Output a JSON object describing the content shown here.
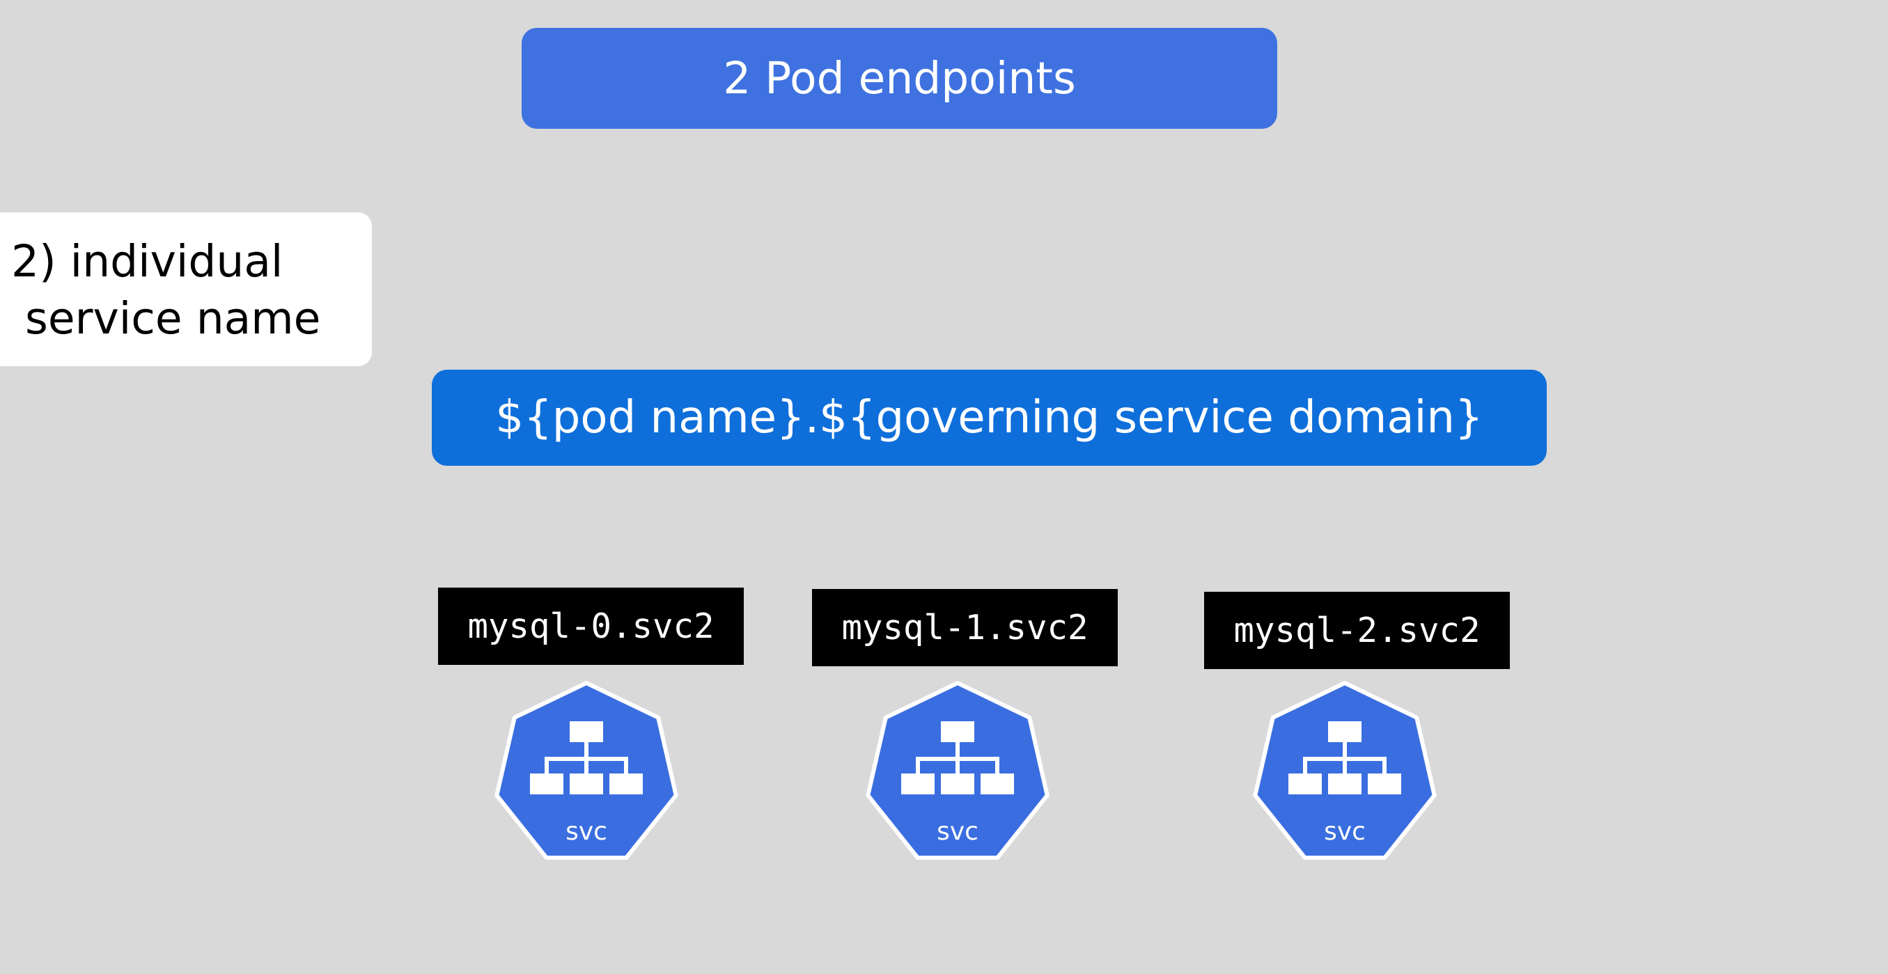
{
  "header": {
    "title": "2 Pod endpoints"
  },
  "note": {
    "line1": "2) individual",
    "line2": "service name"
  },
  "pattern": {
    "text": "${pod name}.${governing service domain}"
  },
  "services": [
    {
      "label": "mysql-0.svc2",
      "icon": "kubernetes-service-icon",
      "icon_text": "svc"
    },
    {
      "label": "mysql-1.svc2",
      "icon": "kubernetes-service-icon",
      "icon_text": "svc"
    },
    {
      "label": "mysql-2.svc2",
      "icon": "kubernetes-service-icon",
      "icon_text": "svc"
    }
  ],
  "colors": {
    "background": "#d9d9d9",
    "header_banner": "#3f72e0",
    "pattern_banner": "#0f6fda",
    "icon_fill": "#3a6ee0",
    "label_background": "#000000"
  }
}
